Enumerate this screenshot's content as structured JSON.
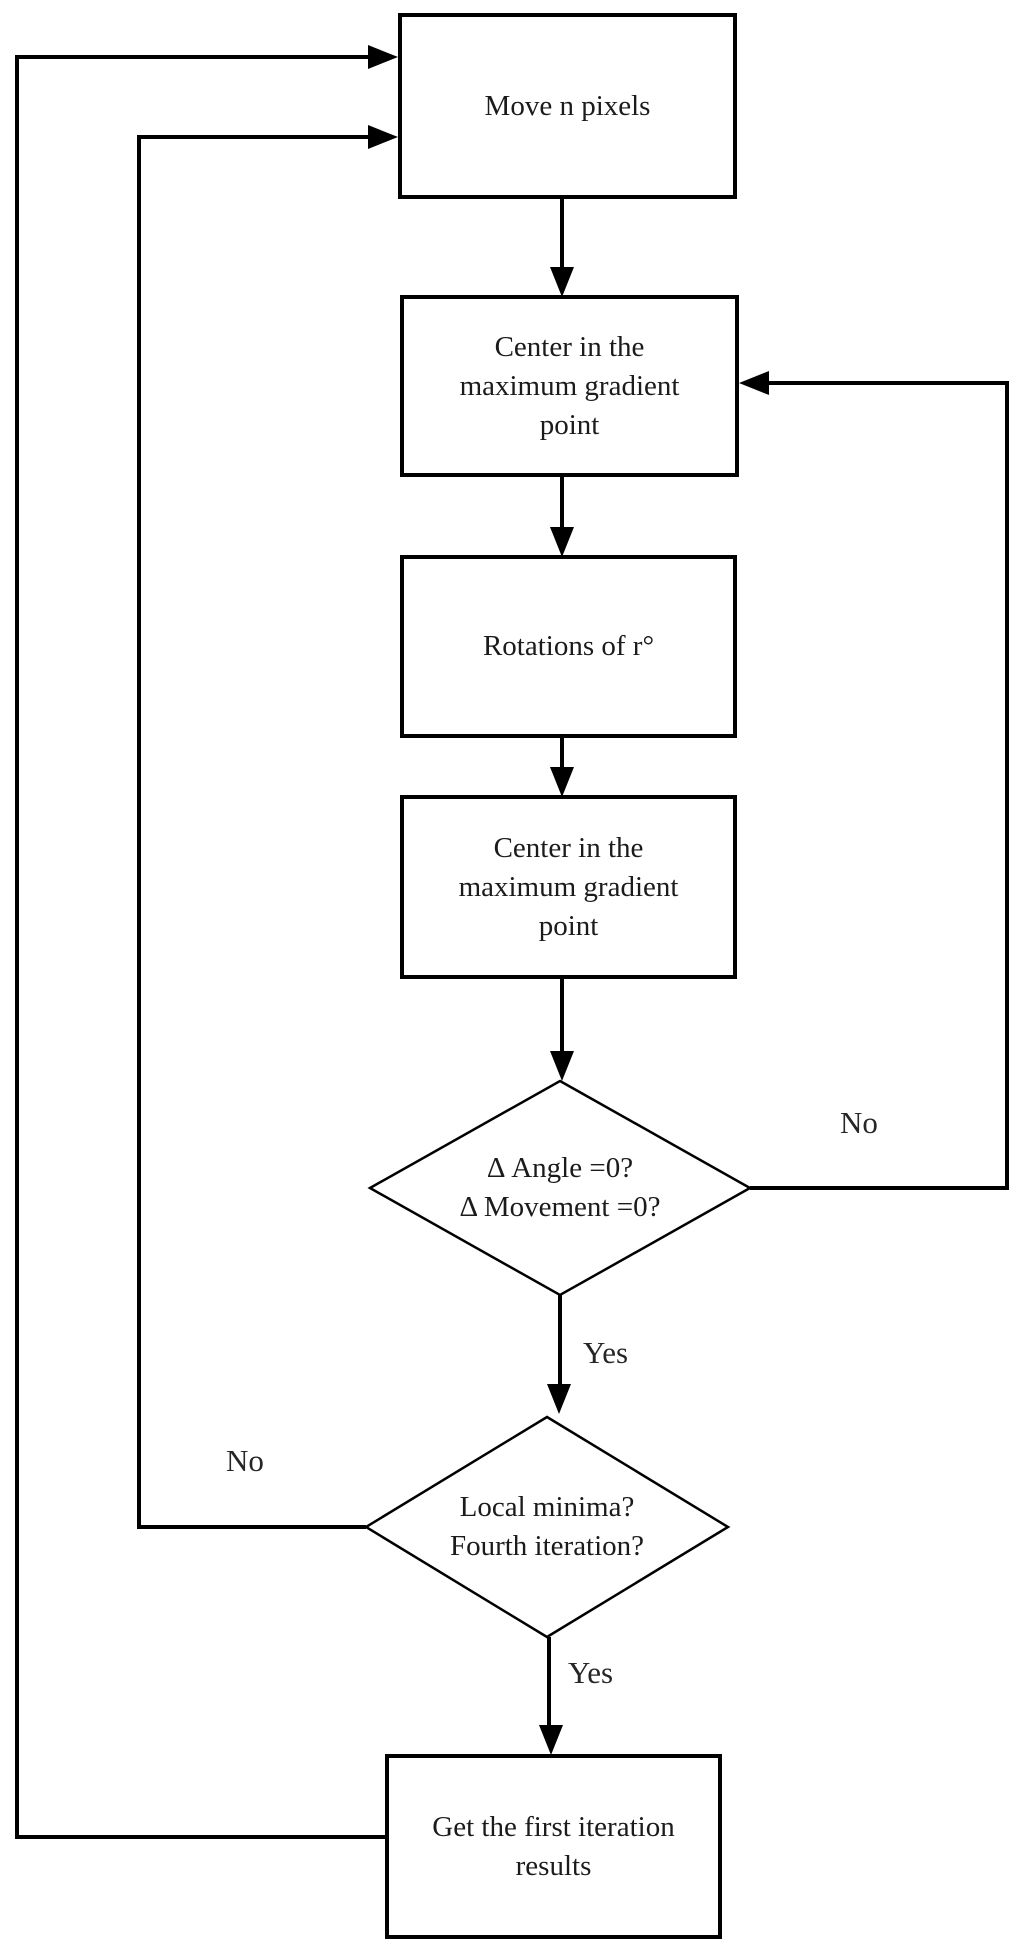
{
  "diagram": {
    "type": "flowchart",
    "colors": {
      "background": "#ffffff",
      "stroke": "#000000",
      "text": "#1b1b1b"
    },
    "nodes": {
      "move_n_pixels": {
        "shape": "process",
        "lines": [
          "Move n pixels"
        ]
      },
      "center_max_gradient_1": {
        "shape": "process",
        "lines": [
          "Center in the",
          "maximum gradient",
          "point"
        ]
      },
      "rotations": {
        "shape": "process",
        "lines": [
          "Rotations of r°"
        ]
      },
      "center_max_gradient_2": {
        "shape": "process",
        "lines": [
          "Center in the",
          "maximum gradient",
          "point"
        ]
      },
      "angle_movement_decision": {
        "shape": "decision",
        "lines": [
          "Δ Angle =0?",
          "Δ Movement =0?"
        ]
      },
      "local_minima_decision": {
        "shape": "decision",
        "lines": [
          "Local minima?",
          "Fourth iteration?"
        ]
      },
      "first_iteration_results": {
        "shape": "process",
        "lines": [
          "Get the first iteration",
          "results"
        ]
      }
    },
    "edges": [
      {
        "from": "move_n_pixels",
        "to": "center_max_gradient_1",
        "label": ""
      },
      {
        "from": "center_max_gradient_1",
        "to": "rotations",
        "label": ""
      },
      {
        "from": "rotations",
        "to": "center_max_gradient_2",
        "label": ""
      },
      {
        "from": "center_max_gradient_2",
        "to": "angle_movement_decision",
        "label": ""
      },
      {
        "from": "angle_movement_decision",
        "to": "local_minima_decision",
        "label": "Yes"
      },
      {
        "from": "angle_movement_decision",
        "to": "center_max_gradient_1",
        "label": "No"
      },
      {
        "from": "local_minima_decision",
        "to": "first_iteration_results",
        "label": "Yes"
      },
      {
        "from": "local_minima_decision",
        "to": "move_n_pixels",
        "label": "No"
      },
      {
        "from": "first_iteration_results",
        "to": "move_n_pixels",
        "label": ""
      }
    ]
  }
}
